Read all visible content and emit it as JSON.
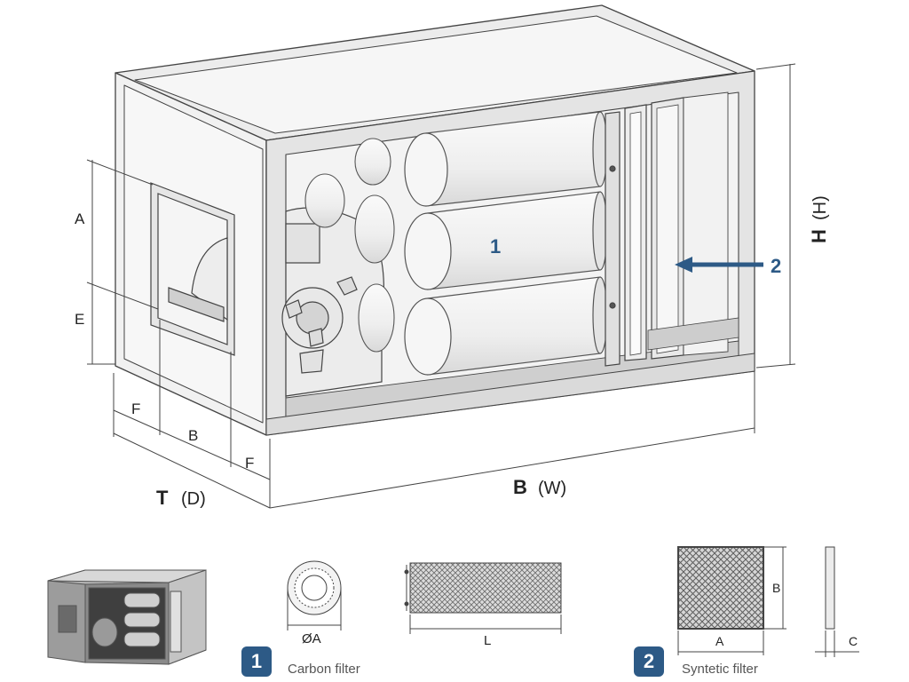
{
  "colors": {
    "accent": "#2d5a86",
    "line": "#444444",
    "panel": "#e9e9e9",
    "cylinder": "#f4f4f4"
  },
  "main_drawing": {
    "dim_A": "A",
    "dim_E": "E",
    "dim_F_left": "F",
    "dim_B_side": "B",
    "dim_F_right": "F",
    "depth_letter": "T",
    "depth_word": "(D)",
    "width_letter": "B",
    "width_word": "(W)",
    "height_letter": "H",
    "height_word": "(H)",
    "callout_1": "1",
    "callout_2": "2"
  },
  "legend": {
    "carbon_number": "1",
    "carbon_label": "Carbon filter",
    "carbon_dim_diameter": "ØA",
    "carbon_dim_length": "L",
    "synthetic_number": "2",
    "synthetic_label": "Syntetic filter",
    "synthetic_dim_A": "A",
    "synthetic_dim_B": "B",
    "synthetic_dim_C": "C"
  }
}
